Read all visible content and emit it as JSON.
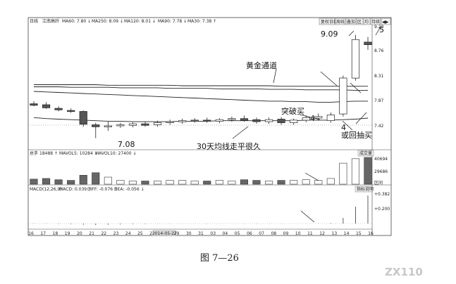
{
  "header": {
    "period": "日线",
    "stock_name": "江南高纤",
    "ma_labels": [
      "MA60: 7.80 ↓",
      "MA250: 8.09 ↓",
      "MA120: 8.01 ↓",
      "MA90: 7.78 ↓",
      "MA30: 7.38 ↑"
    ],
    "buttons": [
      "复权日线",
      "周线",
      "叠加",
      "区",
      "均",
      "持续",
      "◀▶"
    ]
  },
  "price_axis": [
    "9.20",
    "8.76",
    "8.31",
    "7.87",
    "7.42"
  ],
  "volume_header": {
    "name": "总手",
    "values": [
      "18488 ↑",
      "MAVOL5: 10284 ↓",
      "MAVOL10: 27400 ↓"
    ]
  },
  "volume_axis": [
    "40694",
    "29686",
    "区间"
  ],
  "volume_tag": "成交量",
  "macd_header": {
    "name": "MACD(12,26,9)",
    "values": [
      "MACD: 0.039 ↑",
      "DIFF: -0.076 ↑",
      "DEA: -0.056 ↓"
    ]
  },
  "macd_axis": [
    "+0.382",
    "+0.200"
  ],
  "macd_tag": "指标说明",
  "date_axis": [
    "16",
    "17",
    "18",
    "19",
    "20",
    "21",
    "22",
    "23",
    "24",
    "25",
    "26",
    "2014-05-27",
    "29",
    "30",
    "31",
    "03",
    "04",
    "05",
    "06",
    "07",
    "08",
    "09",
    "10",
    "11",
    "12",
    "13",
    "14",
    "15",
    "16"
  ],
  "annotations": {
    "golden_channel": "黄金通道",
    "breakout_buy": "突破买",
    "pullback_buy": "或回抽买",
    "ma30_flat": "30天均线走平很久",
    "low_price": "7.08",
    "high_price": "9.09",
    "label_5": "5",
    "label_4a": "4",
    "label_4b": "4"
  },
  "caption": "图 7—26",
  "watermark": "ZX110",
  "chart_data": {
    "type": "candlestick",
    "title": "",
    "ylim": [
      6.95,
      9.25
    ],
    "candles": [
      {
        "o": 7.75,
        "h": 7.8,
        "l": 7.7,
        "c": 7.72
      },
      {
        "o": 7.73,
        "h": 7.78,
        "l": 7.65,
        "c": 7.67
      },
      {
        "o": 7.66,
        "h": 7.7,
        "l": 7.6,
        "c": 7.63
      },
      {
        "o": 7.62,
        "h": 7.66,
        "l": 7.57,
        "c": 7.6
      },
      {
        "o": 7.6,
        "h": 7.62,
        "l": 7.3,
        "c": 7.35
      },
      {
        "o": 7.34,
        "h": 7.38,
        "l": 7.08,
        "c": 7.3
      },
      {
        "o": 7.3,
        "h": 7.4,
        "l": 7.22,
        "c": 7.32
      },
      {
        "o": 7.32,
        "h": 7.38,
        "l": 7.28,
        "c": 7.34
      },
      {
        "o": 7.33,
        "h": 7.39,
        "l": 7.29,
        "c": 7.36
      },
      {
        "o": 7.36,
        "h": 7.4,
        "l": 7.3,
        "c": 7.33
      },
      {
        "o": 7.34,
        "h": 7.42,
        "l": 7.3,
        "c": 7.38
      },
      {
        "o": 7.38,
        "h": 7.44,
        "l": 7.34,
        "c": 7.4
      },
      {
        "o": 7.4,
        "h": 7.46,
        "l": 7.36,
        "c": 7.42
      },
      {
        "o": 7.42,
        "h": 7.47,
        "l": 7.38,
        "c": 7.43
      },
      {
        "o": 7.43,
        "h": 7.48,
        "l": 7.38,
        "c": 7.41
      },
      {
        "o": 7.41,
        "h": 7.47,
        "l": 7.37,
        "c": 7.44
      },
      {
        "o": 7.44,
        "h": 7.5,
        "l": 7.4,
        "c": 7.46
      },
      {
        "o": 7.46,
        "h": 7.52,
        "l": 7.4,
        "c": 7.42
      },
      {
        "o": 7.44,
        "h": 7.48,
        "l": 7.36,
        "c": 7.4
      },
      {
        "o": 7.4,
        "h": 7.48,
        "l": 7.36,
        "c": 7.44
      },
      {
        "o": 7.45,
        "h": 7.49,
        "l": 7.34,
        "c": 7.38
      },
      {
        "o": 7.38,
        "h": 7.46,
        "l": 7.34,
        "c": 7.43
      },
      {
        "o": 7.43,
        "h": 7.52,
        "l": 7.39,
        "c": 7.48
      },
      {
        "o": 7.47,
        "h": 7.56,
        "l": 7.42,
        "c": 7.5
      },
      {
        "o": 7.42,
        "h": 7.58,
        "l": 7.38,
        "c": 7.53
      },
      {
        "o": 7.55,
        "h": 8.3,
        "l": 7.5,
        "c": 8.25
      },
      {
        "o": 8.25,
        "h": 9.09,
        "l": 8.2,
        "c": 9.0
      },
      {
        "o": 8.95,
        "h": 9.05,
        "l": 8.8,
        "c": 8.9
      }
    ],
    "moving_averages": [
      {
        "name": "MA60",
        "values": [
          7.99,
          7.98,
          7.97,
          7.96,
          7.95,
          7.94,
          7.93,
          7.92,
          7.91,
          7.9,
          7.89,
          7.88,
          7.87,
          7.86,
          7.85,
          7.84,
          7.83,
          7.82,
          7.81,
          7.8,
          7.8,
          7.79,
          7.79,
          7.78,
          7.78,
          7.79,
          7.8,
          7.8
        ]
      },
      {
        "name": "MA250",
        "values": [
          8.12,
          8.12,
          8.12,
          8.12,
          8.12,
          8.12,
          8.11,
          8.11,
          8.11,
          8.11,
          8.11,
          8.11,
          8.1,
          8.1,
          8.1,
          8.1,
          8.1,
          8.1,
          8.1,
          8.1,
          8.09,
          8.09,
          8.09,
          8.09,
          8.09,
          8.09,
          8.09,
          8.09
        ]
      },
      {
        "name": "MA120",
        "values": [
          8.08,
          8.08,
          8.08,
          8.07,
          8.07,
          8.07,
          8.07,
          8.06,
          8.06,
          8.06,
          8.06,
          8.05,
          8.05,
          8.05,
          8.05,
          8.04,
          8.04,
          8.04,
          8.04,
          8.03,
          8.03,
          8.03,
          8.02,
          8.02,
          8.02,
          8.02,
          8.01,
          8.01
        ]
      },
      {
        "name": "MA30",
        "values": [
          7.48,
          7.46,
          7.45,
          7.44,
          7.43,
          7.42,
          7.41,
          7.41,
          7.4,
          7.4,
          7.4,
          7.4,
          7.41,
          7.41,
          7.41,
          7.42,
          7.42,
          7.42,
          7.42,
          7.42,
          7.42,
          7.42,
          7.43,
          7.43,
          7.43,
          7.44,
          7.45,
          7.47
        ]
      }
    ],
    "volume": [
      8,
      9,
      7,
      6,
      14,
      18,
      11,
      6,
      5,
      5,
      5,
      6,
      6,
      5,
      5,
      6,
      5,
      7,
      6,
      5,
      6,
      6,
      7,
      6,
      9,
      33,
      40,
      42
    ],
    "macd": [
      0.002,
      0.001,
      -0.003,
      -0.005,
      -0.008,
      -0.01,
      -0.008,
      -0.006,
      -0.004,
      -0.003,
      -0.002,
      -0.002,
      -0.001,
      -0.001,
      -0.002,
      -0.001,
      0.0,
      -0.001,
      -0.002,
      -0.001,
      -0.001,
      0.0,
      0.001,
      0.002,
      0.004,
      0.04,
      0.12,
      0.2
    ]
  }
}
